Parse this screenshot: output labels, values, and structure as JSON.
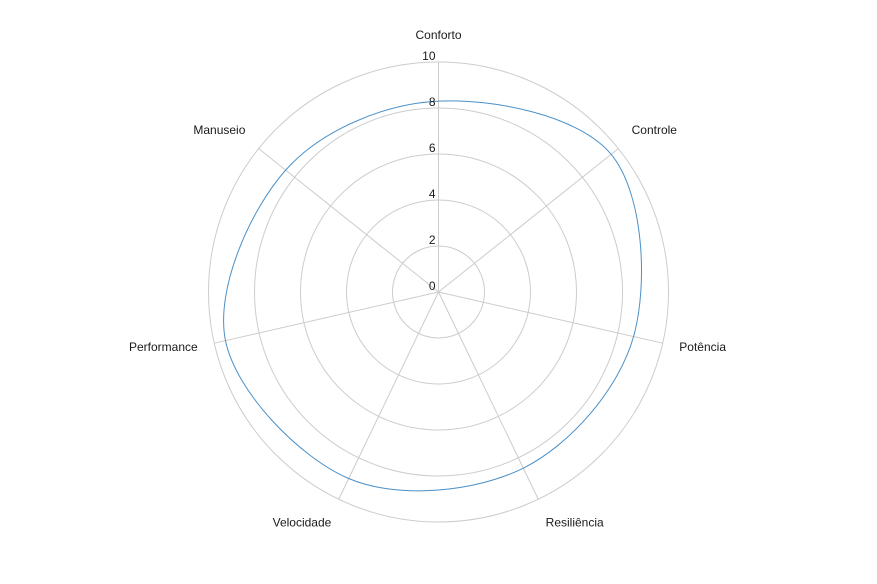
{
  "chart_data": {
    "type": "radar",
    "categories": [
      "Conforto",
      "Controle",
      "Potência",
      "Resiliência",
      "Velocidade",
      "Performance",
      "Manuseio"
    ],
    "series": [
      {
        "values": [
          8.3,
          9.6,
          8.7,
          8.5,
          9.0,
          9.5,
          8.5
        ]
      }
    ],
    "rlim": [
      0,
      10
    ],
    "ticks": [
      "0",
      "2",
      "4",
      "6",
      "8",
      "10"
    ],
    "tick_values": [
      0,
      2,
      4,
      6,
      8,
      10
    ],
    "grid": true,
    "legend": "none",
    "colors": {
      "series": "#4a90c8",
      "grid": "#cccccc"
    }
  }
}
